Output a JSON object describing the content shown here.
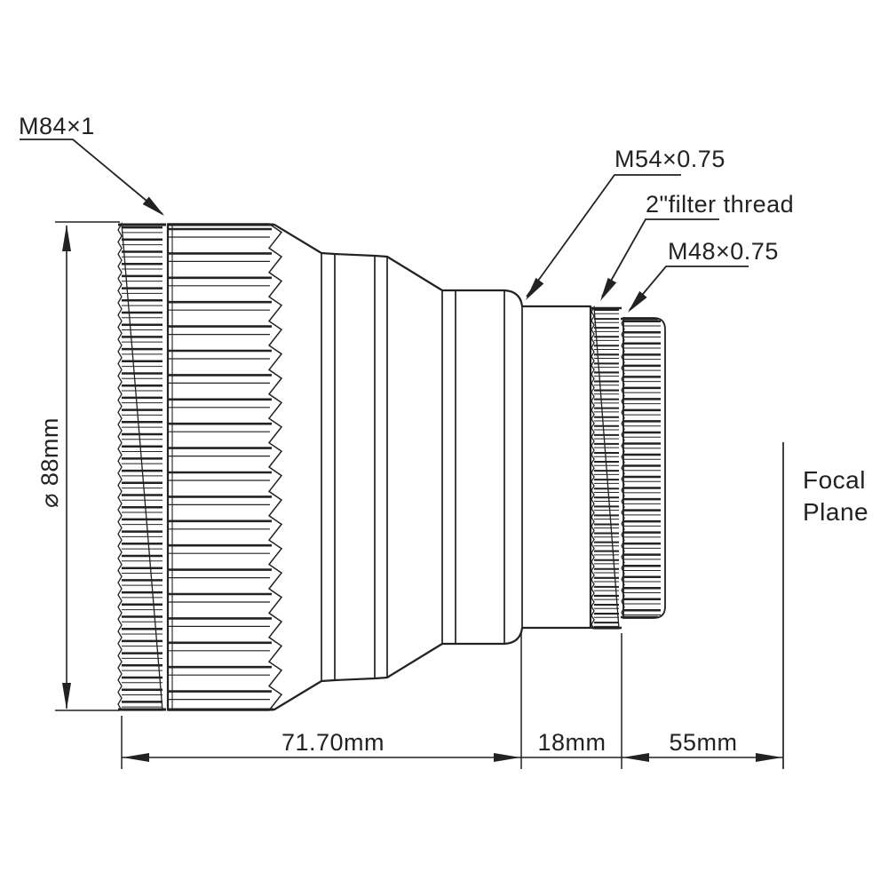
{
  "drawing": {
    "labels": {
      "m84": "M84×1",
      "m54": "M54×0.75",
      "filter": "2\"filter thread",
      "m48": "M48×0.75"
    },
    "focal_plane": {
      "line1": "Focal",
      "line2": "Plane"
    },
    "dimensions": {
      "diameter": "⌀ 88mm",
      "body_length": "71.70mm",
      "mid_length": "18mm",
      "back_focus": "55mm"
    },
    "colors": {
      "line": "#222222",
      "background": "#ffffff"
    }
  }
}
